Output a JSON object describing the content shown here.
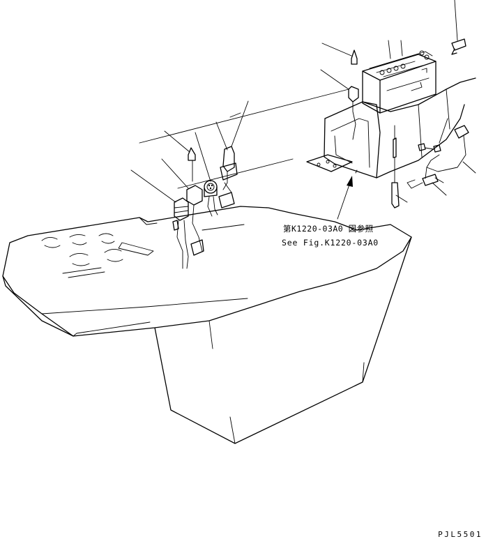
{
  "reference": {
    "line1": "第K1220-03A0 図参照",
    "line2": "See Fig.K1220-03A0"
  },
  "drawing_code": "PJL5501"
}
